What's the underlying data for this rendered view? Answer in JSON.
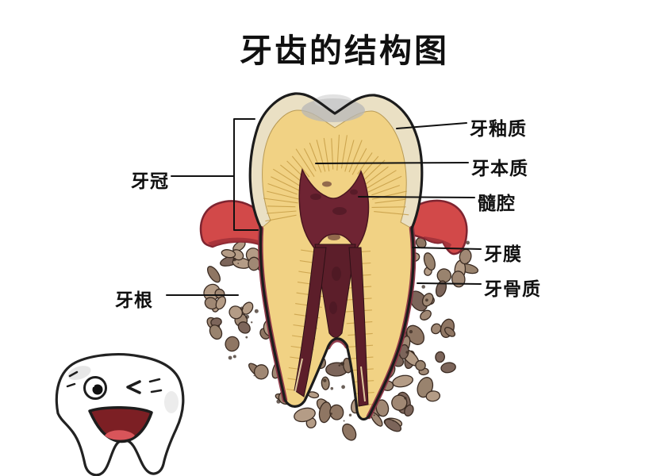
{
  "title": "牙齿的结构图",
  "diagram": {
    "right_labels": [
      {
        "id": "enamel",
        "text": "牙釉质"
      },
      {
        "id": "dentin",
        "text": "牙本质"
      },
      {
        "id": "pulp-cavity",
        "text": "髓腔"
      },
      {
        "id": "periodontal-membrane",
        "text": "牙膜"
      },
      {
        "id": "cementum",
        "text": "牙骨质"
      }
    ],
    "left_labels": [
      {
        "id": "crown",
        "text": "牙冠"
      },
      {
        "id": "root",
        "text": "牙根"
      }
    ]
  },
  "colors": {
    "outline": "#1c1c1c",
    "leader_line": "#111111",
    "enamel": "#eae0c4",
    "enamel_shadow": "#b7b7b7",
    "dentin": "#f1d284",
    "dentin_line": "#c49a42",
    "pulp": "#6f2433",
    "canal": "#5c1e2a",
    "gum": "#d24949",
    "gum_dark": "#9e3038",
    "membrane": "#8e3344",
    "bone_fills": [
      "#a08874",
      "#8f7663",
      "#b49c86",
      "#7c655a",
      "#99836e"
    ],
    "bone_stroke": "#3a2b22",
    "label_color": "#101010"
  }
}
